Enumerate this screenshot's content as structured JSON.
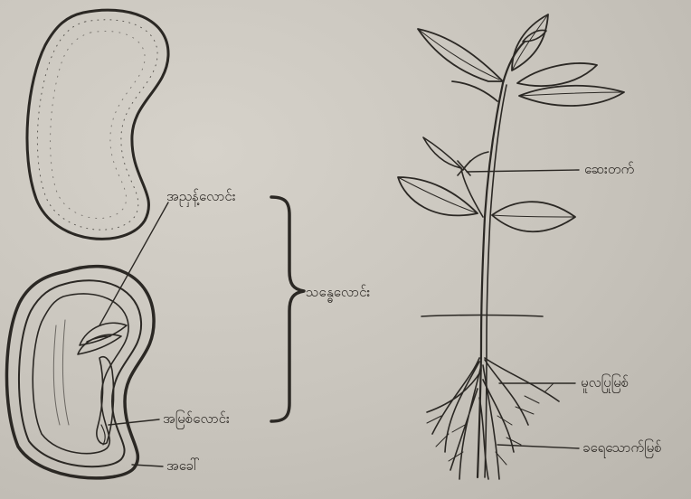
{
  "labels": {
    "plumule": "အညှန့်လောင်း",
    "cotyledon_group": "သန္ဓေလောင်း",
    "radicle": "အမြစ်လောင်း",
    "seed_coat": "အခေါ်",
    "bud": "ဆေးတက်",
    "primary_root": "မူလပြုမြစ်",
    "secondary_root": "ခရေသောက်မြစ်"
  }
}
